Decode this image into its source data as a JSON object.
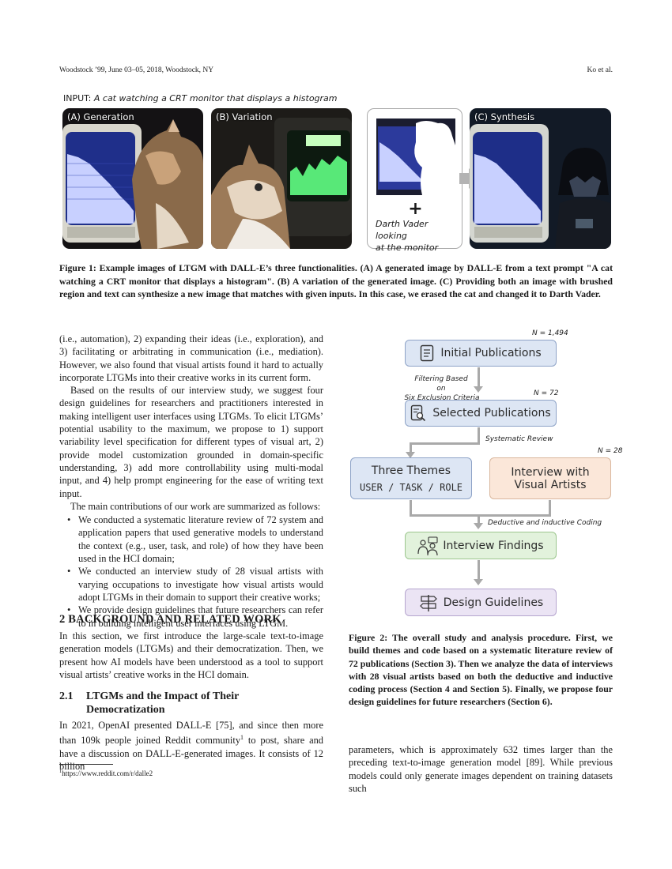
{
  "header": {
    "left": "Woodstock ’99, June 03–05, 2018, Woodstock, NY",
    "right": "Ko et al."
  },
  "figure1": {
    "input_label": "INPUT:",
    "input_text": "A cat watching a CRT monitor that displays a histogram",
    "panels": {
      "generation": "(A) Generation",
      "variation": "(B) Variation",
      "synthesis": "(C) Synthesis"
    },
    "plus": "+",
    "text_prompt_line1": "Darth Vader looking",
    "text_prompt_line2": "at the monitor",
    "caption": "Figure 1: Example images of LTGM with DALL-E’s three functionalities. (A) A generated image by DALL-E from a text prompt \"A cat watching a CRT monitor that displays a histogram\". (B) A variation of the generated image. (C) Providing both an image with brushed region and text can synthesize a new image that matches with given inputs. In this case, we erased the cat and changed it to Darth Vader."
  },
  "left_column": {
    "p1": "(i.e., automation), 2) expanding their ideas (i.e., exploration), and 3) facilitating or arbitrating in communication (i.e., mediation). However, we also found that visual artists found it hard to actually incorporate LTGMs into their creative works in its current form.",
    "p2": "Based on the results of our interview study, we suggest four design guidelines for researchers and practitioners interested in making intelligent user interfaces using LTGMs. To elicit LTGMs’ potential usability to the maximum, we propose to 1) support variability level specification for different types of visual art, 2) provide model customization grounded in domain-specific understanding, 3) add more controllability using multi-modal input, and 4) help prompt engineering for the ease of writing text input.",
    "p3": "The main contributions of our work are summarized as follows:",
    "bullets": [
      "We conducted a systematic literature review of 72 system and application papers that used generative models to understand the context (e.g., user, task, and role) of how they have been used in the HCI domain;",
      "We conducted an interview study of 28 visual artists with varying occupations to investigate how visual artists would adopt LTGMs in their domain to support their creative works;",
      "We provide design guidelines that future researchers can refer to in building intelligent user interfaces using LTGM."
    ],
    "section2_title": "2   BACKGROUND AND RELATED WORK",
    "section2_text": "In this section, we first introduce the large-scale text-to-image generation models (LTGMs) and their democratization. Then, we present how AI models have been understood as a tool to support visual artists’ creative works in the HCI domain.",
    "section21_num": "2.1",
    "section21_title_line1": "LTGMs and the Impact of Their",
    "section21_title_line2": "Democratization",
    "section21_text_a": "In 2021, OpenAI presented DALL-E [75], and since then more than 109k people joined Reddit community",
    "section21_sup": "1",
    "section21_text_b": " to post, share and have a discussion on DALL-E-generated images. It consists of 12 billion",
    "footnote_num": "1",
    "footnote_text": "https://www.reddit.com/r/dalle2"
  },
  "figure2": {
    "n1": "N = 1,494",
    "box1": "Initial Publications",
    "filter_line1": "Filtering Based on",
    "filter_line2": "Six Exclusion Criteria",
    "n2": "N = 72",
    "box2": "Selected Publications",
    "systematic": "Systematic Review",
    "n3": "N = 28",
    "box3_title": "Three Themes",
    "box3_sub": "USER / TASK / ROLE",
    "box4_line1": "Interview with",
    "box4_line2": "Visual Artists",
    "coding": "Deductive and inductive Coding",
    "box5": "Interview Findings",
    "box6": "Design Guidelines",
    "caption": "Figure 2: The overall study and analysis procedure. First, we build themes and code based on a systematic literature review of 72 publications (Section 3). Then we analyze the data of interviews with 28 visual artists based on both the deductive and inductive coding process (Section 4 and Section 5). Finally, we propose four design guidelines for future researchers (Section 6)."
  },
  "right_column": {
    "p1": "parameters, which is approximately 632 times larger than the preceding text-to-image generation model [89]. While previous models could only generate images dependent on training datasets such"
  },
  "colors": {
    "blue_box": "#dde6f4",
    "blue_border": "#8ea3c7",
    "orange_box": "#fbe7d9",
    "orange_border": "#d9b79e",
    "green_box": "#e2f2dc",
    "green_border": "#9cc68e",
    "purple_box": "#ebe4f4",
    "purple_border": "#b6a6cf"
  }
}
